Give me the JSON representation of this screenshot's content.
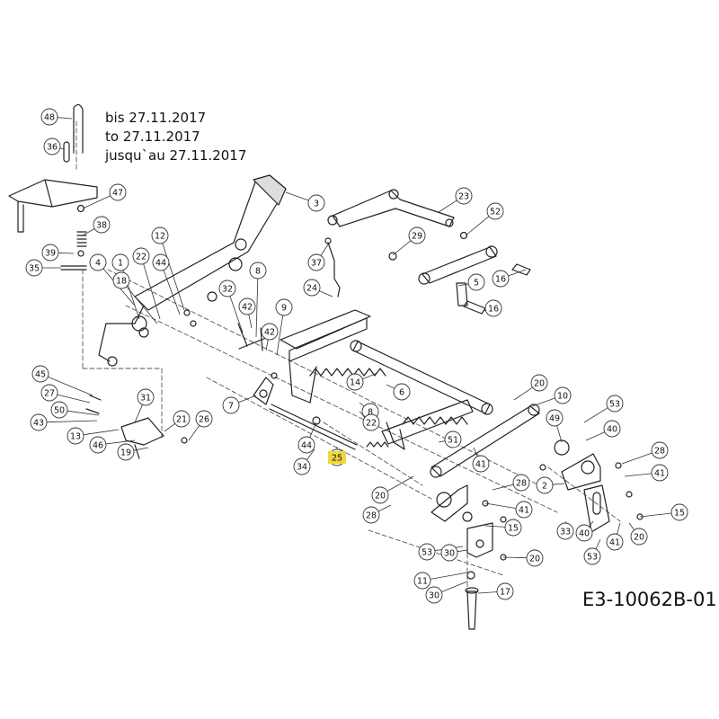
{
  "note": {
    "line_de": "bis 27.11.2017",
    "line_en": "to 27.11.2017",
    "line_fr": "jusqu`au 27.11.2017"
  },
  "drawing_code": "E3-10062B-01",
  "highlight_color": "#f2d640",
  "callouts": [
    {
      "label": "48"
    },
    {
      "label": "36"
    },
    {
      "label": "47"
    },
    {
      "label": "38"
    },
    {
      "label": "39"
    },
    {
      "label": "35"
    },
    {
      "label": "3"
    },
    {
      "label": "23"
    },
    {
      "label": "52"
    },
    {
      "label": "29"
    },
    {
      "label": "37"
    },
    {
      "label": "12"
    },
    {
      "label": "22"
    },
    {
      "label": "44"
    },
    {
      "label": "4"
    },
    {
      "label": "1"
    },
    {
      "label": "18"
    },
    {
      "label": "32"
    },
    {
      "label": "8"
    },
    {
      "label": "42"
    },
    {
      "label": "9"
    },
    {
      "label": "42"
    },
    {
      "label": "24"
    },
    {
      "label": "5"
    },
    {
      "label": "16"
    },
    {
      "label": "16"
    },
    {
      "label": "45"
    },
    {
      "label": "27"
    },
    {
      "label": "50"
    },
    {
      "label": "43"
    },
    {
      "label": "31"
    },
    {
      "label": "21"
    },
    {
      "label": "26"
    },
    {
      "label": "13"
    },
    {
      "label": "46"
    },
    {
      "label": "19"
    },
    {
      "label": "7"
    },
    {
      "label": "14"
    },
    {
      "label": "6"
    },
    {
      "label": "8"
    },
    {
      "label": "22"
    },
    {
      "label": "44"
    },
    {
      "label": "34"
    },
    {
      "label": "25",
      "highlight": true
    },
    {
      "label": "20"
    },
    {
      "label": "10"
    },
    {
      "label": "53"
    },
    {
      "label": "49"
    },
    {
      "label": "40"
    },
    {
      "label": "51"
    },
    {
      "label": "41"
    },
    {
      "label": "28"
    },
    {
      "label": "28"
    },
    {
      "label": "2"
    },
    {
      "label": "41"
    },
    {
      "label": "20"
    },
    {
      "label": "28"
    },
    {
      "label": "41"
    },
    {
      "label": "15"
    },
    {
      "label": "33"
    },
    {
      "label": "40"
    },
    {
      "label": "41"
    },
    {
      "label": "15"
    },
    {
      "label": "20"
    },
    {
      "label": "53"
    },
    {
      "label": "53"
    },
    {
      "label": "30"
    },
    {
      "label": "20"
    },
    {
      "label": "11"
    },
    {
      "label": "30"
    },
    {
      "label": "17"
    }
  ]
}
